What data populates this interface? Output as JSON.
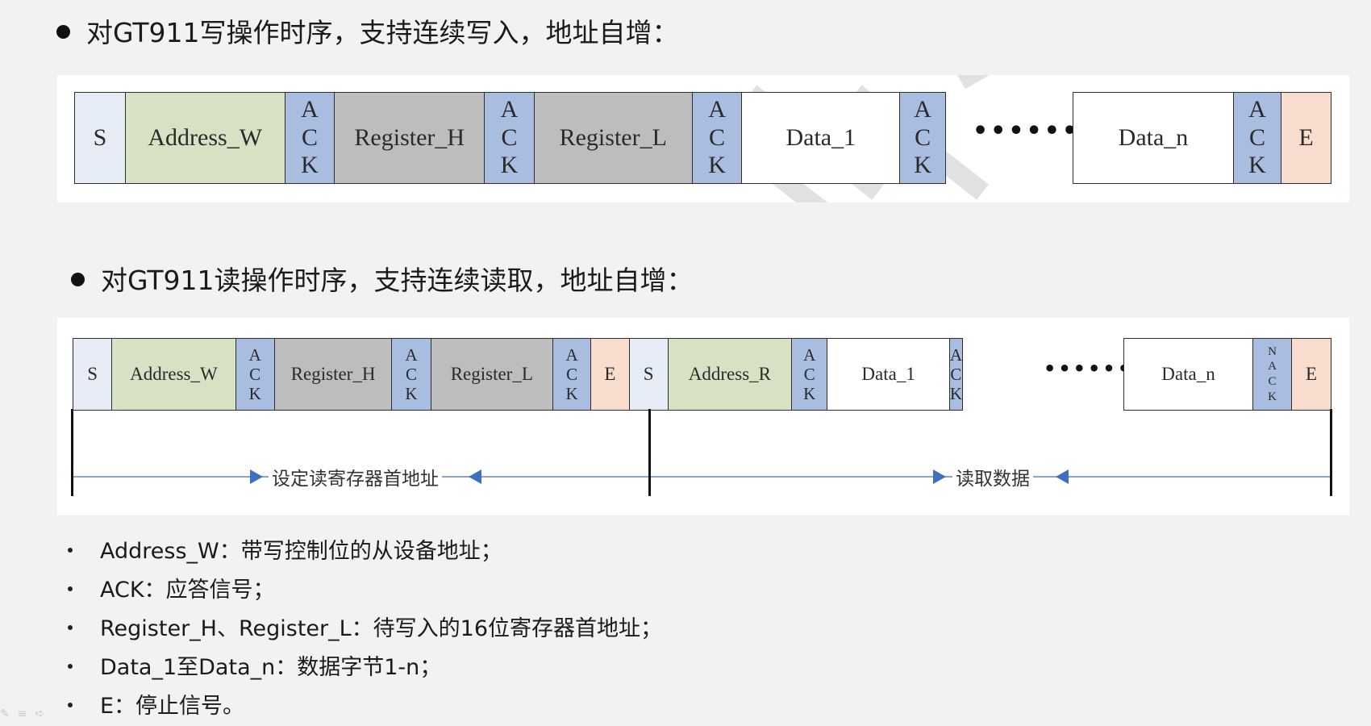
{
  "write_section": {
    "title": "对GT911写操作时序，支持连续写入，地址自增：",
    "frame": {
      "s": "S",
      "address_w": "Address_W",
      "ack_letters": [
        "A",
        "C",
        "K"
      ],
      "register_h": "Register_H",
      "register_l": "Register_L",
      "data_1": "Data_1",
      "ellipsis": "••••••",
      "data_n": "Data_n",
      "e": "E"
    }
  },
  "read_section": {
    "title": "对GT911读操作时序，支持连续读取，地址自增：",
    "frame": {
      "s": "S",
      "address_w": "Address_W",
      "ack_letters": [
        "A",
        "C",
        "K"
      ],
      "nack_letters": [
        "N",
        "A",
        "C",
        "K"
      ],
      "register_h": "Register_H",
      "register_l": "Register_L",
      "e": "E",
      "address_r": "Address_R",
      "data_1": "Data_1",
      "ellipsis": "••••••",
      "data_n": "Data_n"
    },
    "span_1_label": "设定读寄存器首地址",
    "span_2_label": "读取数据"
  },
  "notes": [
    "Address_W：带写控制位的从设备地址；",
    "ACK：应答信号；",
    "Register_H、Register_L：待写入的16位寄存器首地址；",
    "Data_1至Data_n：数据字节1-n；",
    "E：停止信号。"
  ],
  "colors": {
    "start": "#e6ecf5",
    "address": "#d8e1c4",
    "register": "#bdbdbd",
    "ack": "#a9bde0",
    "data": "#ffffff",
    "stop": "#f8dccd",
    "arrow": "#3f6fbf"
  },
  "icons": [
    "corner-toolbar-icons"
  ]
}
